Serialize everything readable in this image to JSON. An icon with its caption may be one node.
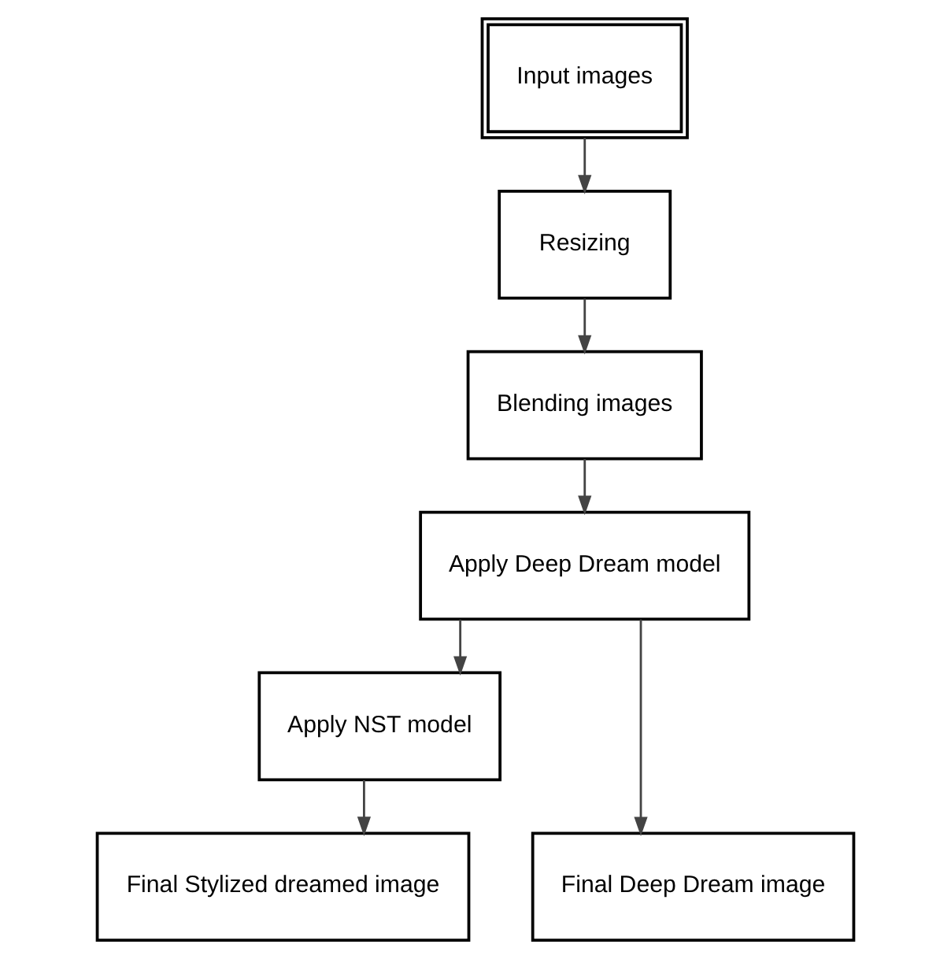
{
  "diagram": {
    "nodes": [
      {
        "text": [
          "Input images"
        ]
      },
      {
        "text": [
          "Resizing"
        ]
      },
      {
        "text": [
          "Blending images"
        ]
      },
      {
        "text": [
          "Apply Deep Dream model"
        ]
      },
      {
        "text": [
          "Apply NST model"
        ]
      },
      {
        "text": [
          "Final Stylized dreamed image"
        ]
      },
      {
        "text": [
          "Final Deep Dream image"
        ]
      }
    ],
    "edges": [
      {
        "from": 0,
        "to": 1,
        "arrow": "to"
      },
      {
        "from": 1,
        "to": 2,
        "arrow": "to"
      },
      {
        "from": 2,
        "to": 3,
        "arrow": "to"
      },
      {
        "from": 3,
        "to": 4,
        "arrow": "to"
      },
      {
        "from": 4,
        "to": 5,
        "arrow": "to"
      },
      {
        "from": 3,
        "to": 6,
        "arrow": "to"
      }
    ]
  }
}
